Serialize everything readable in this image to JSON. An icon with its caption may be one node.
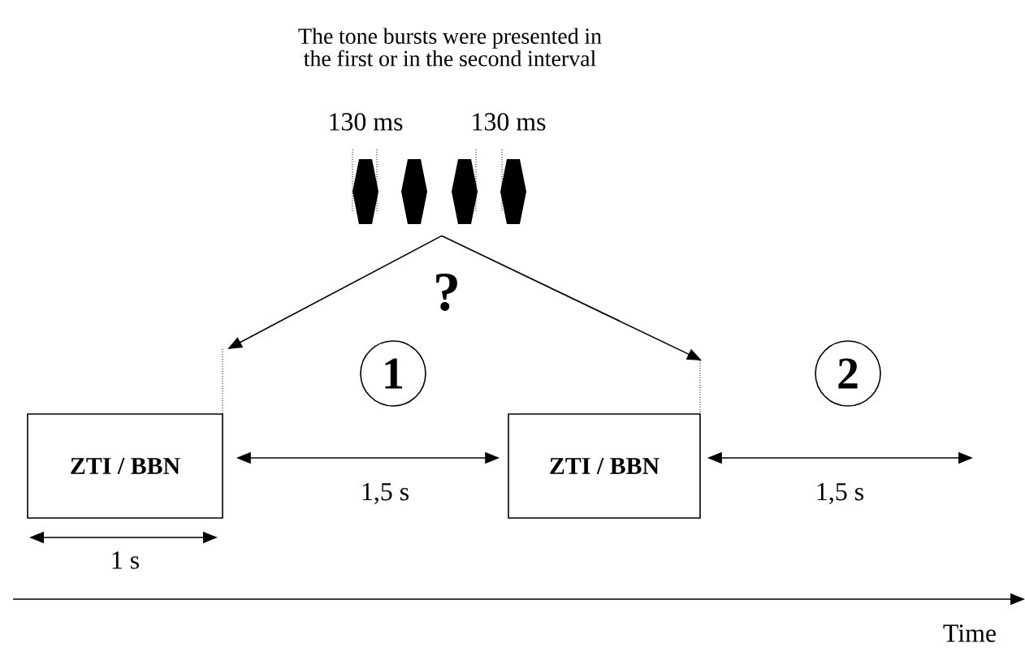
{
  "diagram": {
    "title": "The tone bursts were presented in the first or in the second interval",
    "nodes": [
      {
        "text": [
          "ZTI / BBN"
        ],
        "beside": [
          "1 s"
        ]
      },
      {
        "text": [
          "ZTI / BBN"
        ]
      },
      {
        "text": [
          "1"
        ]
      },
      {
        "text": [
          "2"
        ]
      },
      {
        "text": [],
        "shape": "picture"
      }
    ],
    "edges": [
      {
        "from": 4,
        "to": null,
        "arrow": "to"
      },
      {
        "from": 4,
        "to": null,
        "arrow": "to"
      },
      {
        "from": 0,
        "to": 1,
        "arrow": "both",
        "label": "1,5 s"
      },
      {
        "from": 1,
        "to": null,
        "arrow": "both",
        "label": "1,5 s"
      }
    ],
    "labels": [
      "130 ms",
      "130 ms",
      "?",
      "Time"
    ]
  }
}
